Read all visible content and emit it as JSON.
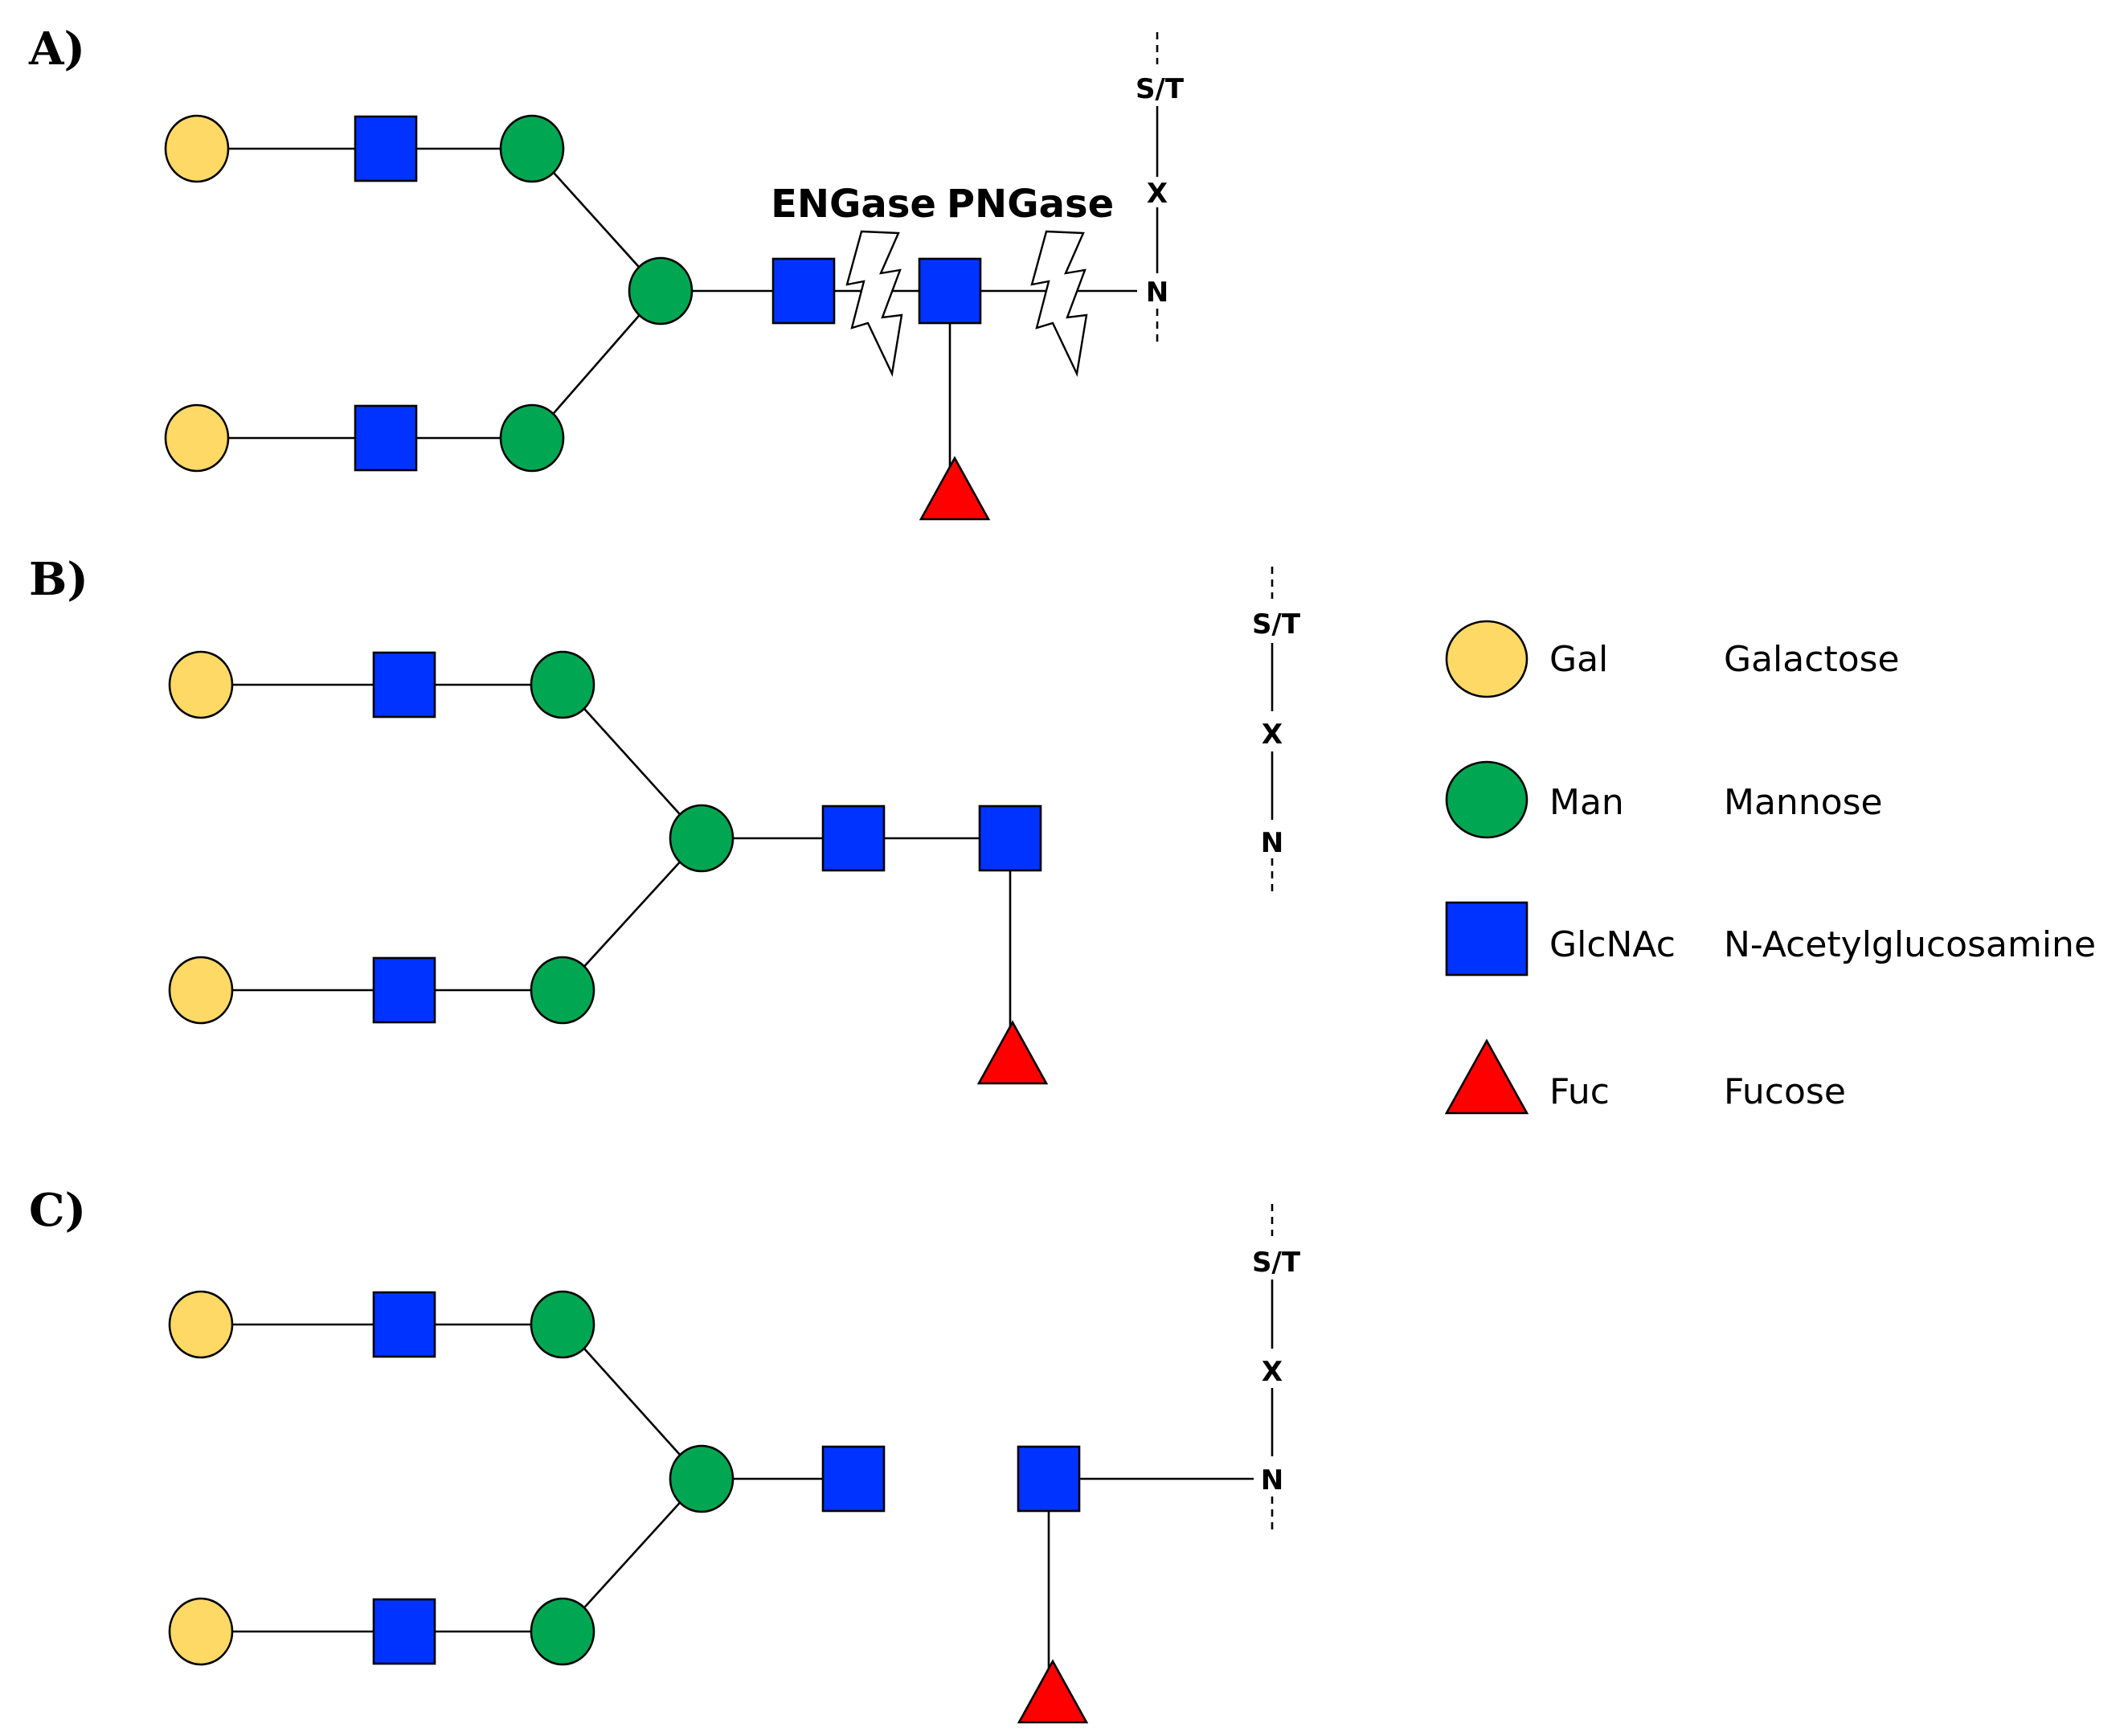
{
  "colors": {
    "galactose": "#FFD966",
    "mannose": "#00A651",
    "glcnac": "#0033FF",
    "fucose": "#FF0000",
    "outline": "#000000"
  },
  "panels": {
    "a": {
      "label": "A)",
      "site": {
        "top": "S/T",
        "middle": "X",
        "bottom": "N"
      }
    },
    "b": {
      "label": "B)",
      "site": {
        "top": "S/T",
        "middle": "X",
        "bottom": "N"
      }
    },
    "c": {
      "label": "C)",
      "site": {
        "top": "S/T",
        "middle": "X",
        "bottom": "N"
      }
    }
  },
  "enzymes": {
    "engase": "ENGase",
    "pngase": "PNGase"
  },
  "legend": [
    {
      "shape": "circle-icon",
      "color": "#FFD966",
      "abbr": "Gal",
      "name": "Galactose"
    },
    {
      "shape": "circle-icon",
      "color": "#00A651",
      "abbr": "Man",
      "name": "Mannose"
    },
    {
      "shape": "square-icon",
      "color": "#0033FF",
      "abbr": "GlcNAc",
      "name": "N-Acetylglucosamine"
    },
    {
      "shape": "triangle-icon",
      "color": "#FF0000",
      "abbr": "Fuc",
      "name": "Fucose"
    }
  ]
}
